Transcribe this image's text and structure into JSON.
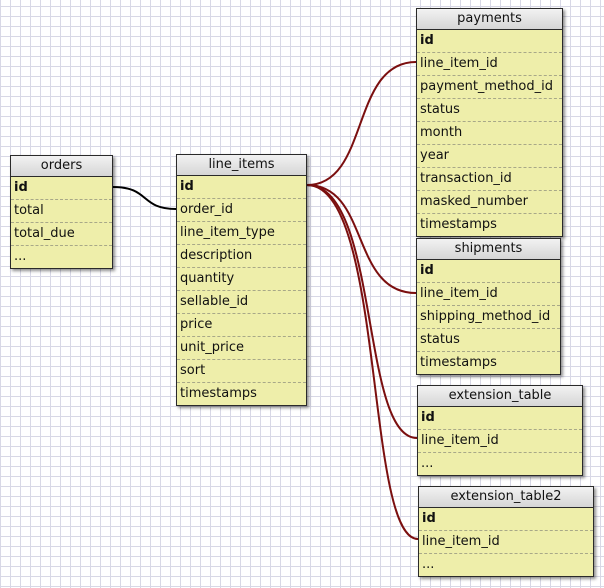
{
  "tables": {
    "orders": {
      "title": "orders",
      "fields": [
        "id",
        "total",
        "total_due",
        "..."
      ]
    },
    "line_items": {
      "title": "line_items",
      "fields": [
        "id",
        "order_id",
        "line_item_type",
        "description",
        "quantity",
        "sellable_id",
        "price",
        "unit_price",
        "sort",
        "timestamps"
      ]
    },
    "payments": {
      "title": "payments",
      "fields": [
        "id",
        "line_item_id",
        "payment_method_id",
        "status",
        "month",
        "year",
        "transaction_id",
        "masked_number",
        "timestamps"
      ]
    },
    "shipments": {
      "title": "shipments",
      "fields": [
        "id",
        "line_item_id",
        "shipping_method_id",
        "status",
        "timestamps"
      ]
    },
    "extension_table": {
      "title": "extension_table",
      "fields": [
        "id",
        "line_item_id",
        "..."
      ]
    },
    "extension_table2": {
      "title": "extension_table2",
      "fields": [
        "id",
        "line_item_id",
        "..."
      ]
    }
  },
  "relations": [
    {
      "from": "orders",
      "to": "line_items.order_id"
    },
    {
      "from": "line_items",
      "to": "payments.line_item_id"
    },
    {
      "from": "line_items",
      "to": "shipments.line_item_id"
    },
    {
      "from": "line_items",
      "to": "extension_table.line_item_id"
    },
    {
      "from": "line_items",
      "to": "extension_table2.line_item_id"
    }
  ],
  "colors": {
    "background": "#ffffff",
    "grid": "#d8d8e6",
    "table_fill": "#eeeeaa",
    "header_fill": "#e4e4e4",
    "link_plain": "#000000",
    "link_highlight": "#7b0f0f"
  }
}
